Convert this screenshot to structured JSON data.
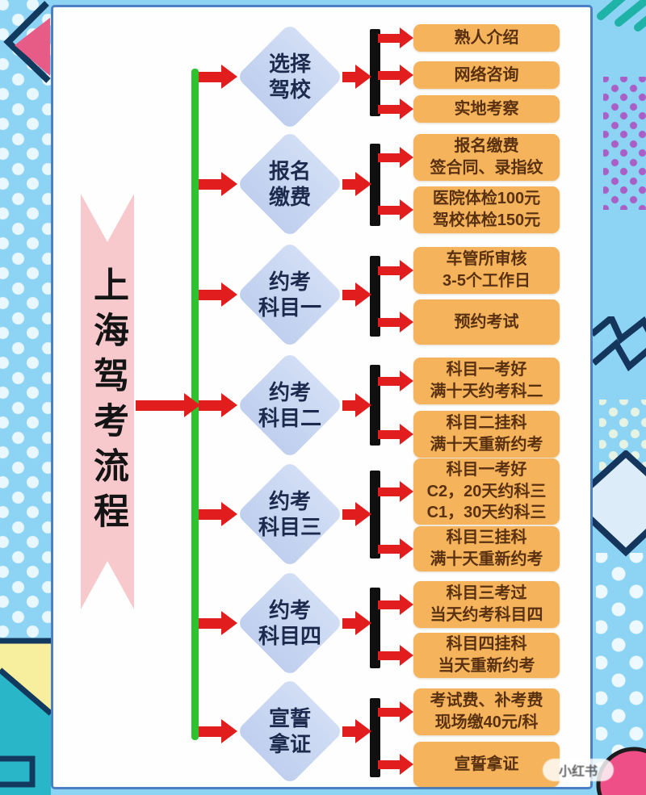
{
  "banner": {
    "title": "上海驾考流程"
  },
  "watermark": "小红书",
  "colors": {
    "background_blue": "#8cd3f4",
    "card_white": "#fefefe",
    "banner_pink": "#f7c9cd",
    "diamond_fill": "#c7d5f0",
    "box_orange": "#f5b45c",
    "box_text_brown": "#5a3110",
    "arrow_red": "#e11d1d",
    "line_green": "#2ec32e",
    "bar_black": "#101010"
  },
  "sections": [
    {
      "title_lines": [
        "选择",
        "驾校"
      ],
      "boxes": [
        {
          "lines": [
            "熟人介绍"
          ]
        },
        {
          "lines": [
            "网络咨询"
          ]
        },
        {
          "lines": [
            "实地考察"
          ]
        }
      ]
    },
    {
      "title_lines": [
        "报名",
        "缴费"
      ],
      "boxes": [
        {
          "lines": [
            "报名缴费",
            "签合同、录指纹"
          ]
        },
        {
          "lines": [
            "医院体检100元",
            "驾校体检150元"
          ]
        }
      ]
    },
    {
      "title_lines": [
        "约考",
        "科目一"
      ],
      "boxes": [
        {
          "lines": [
            "车管所审核",
            "3-5个工作日"
          ]
        },
        {
          "lines": [
            "预约考试"
          ]
        }
      ]
    },
    {
      "title_lines": [
        "约考",
        "科目二"
      ],
      "boxes": [
        {
          "lines": [
            "科目一考好",
            "满十天约考科二"
          ]
        },
        {
          "lines": [
            "科目二挂科",
            "满十天重新约考"
          ]
        }
      ]
    },
    {
      "title_lines": [
        "约考",
        "科目三"
      ],
      "boxes": [
        {
          "lines": [
            "科目一考好",
            "C2，20天约科三",
            "C1，30天约科三"
          ]
        },
        {
          "lines": [
            "科目三挂科",
            "满十天重新约考"
          ]
        }
      ]
    },
    {
      "title_lines": [
        "约考",
        "科目四"
      ],
      "boxes": [
        {
          "lines": [
            "科目三考过",
            "当天约考科目四"
          ]
        },
        {
          "lines": [
            "科目四挂科",
            "当天重新约考"
          ]
        }
      ]
    },
    {
      "title_lines": [
        "宣誓",
        "拿证"
      ],
      "boxes": [
        {
          "lines": [
            "考试费、补考费",
            "现场缴40元/科"
          ]
        },
        {
          "lines": [
            "宣誓拿证"
          ]
        }
      ]
    }
  ]
}
